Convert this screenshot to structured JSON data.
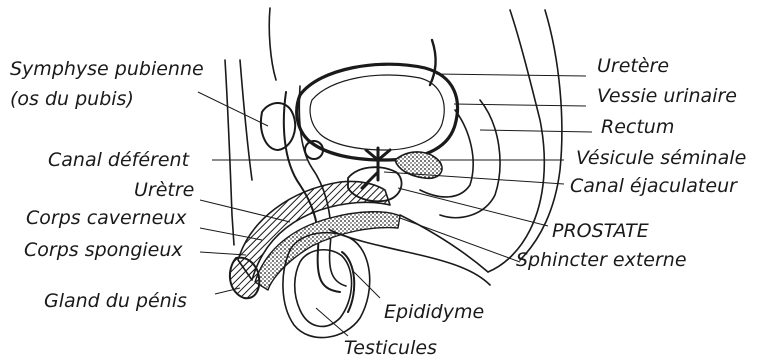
{
  "diagram": {
    "labels": {
      "symphyse_line1": "Symphyse pubienne",
      "symphyse_line2": "(os du pubis)",
      "canal_deferent": "Canal déférent",
      "uretre": "Urètre",
      "corps_caverneux": "Corps caverneux",
      "corps_spongieux": "Corps spongieux",
      "gland": "Gland du pénis",
      "uretere": "Uretère",
      "vessie": "Vessie urinaire",
      "rectum": "Rectum",
      "vesicule": "Vésicule séminale",
      "canal_ejaculateur": "Canal éjaculateur",
      "prostate": "PROSTATE",
      "sphincter": "Sphincter externe",
      "epididyme": "Epididyme",
      "testicules": "Testicules"
    },
    "colors": {
      "ink": "#1a1a1a",
      "background": "#ffffff"
    }
  }
}
